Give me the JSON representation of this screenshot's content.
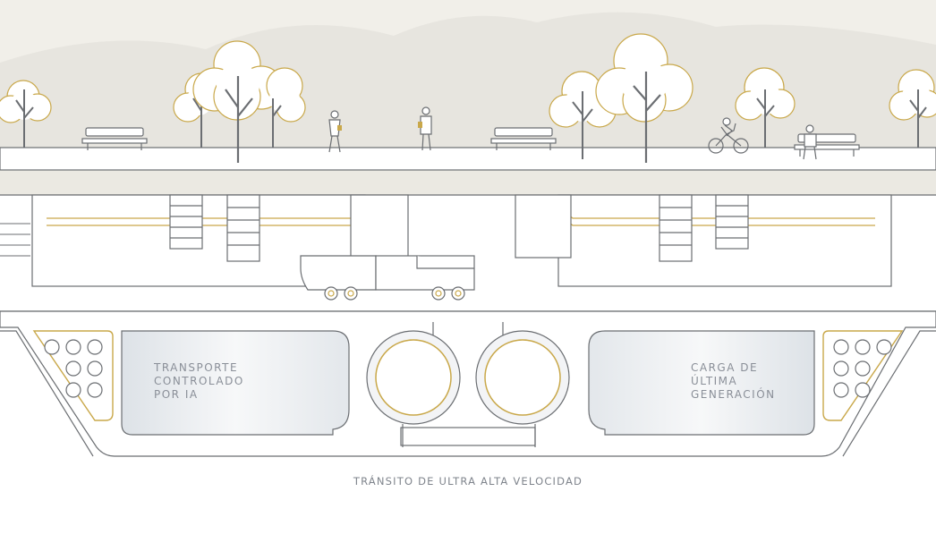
{
  "labels": {
    "left": [
      "TRANSPORTE",
      "CONTROLADO",
      "POR IA"
    ],
    "right": [
      "CARGA DE",
      "ÚLTIMA",
      "GENERACIÓN"
    ]
  },
  "caption": "TRÁNSITO DE ULTRA ALTA VELOCIDAD",
  "colors": {
    "sky": "#f1efe9",
    "mountain": "#e4e2dc",
    "ground": "#ebe9e2",
    "line": "#6b6e72",
    "gold": "#c9a84a",
    "text": "#8a8f98",
    "glass": "#e9ecef"
  }
}
